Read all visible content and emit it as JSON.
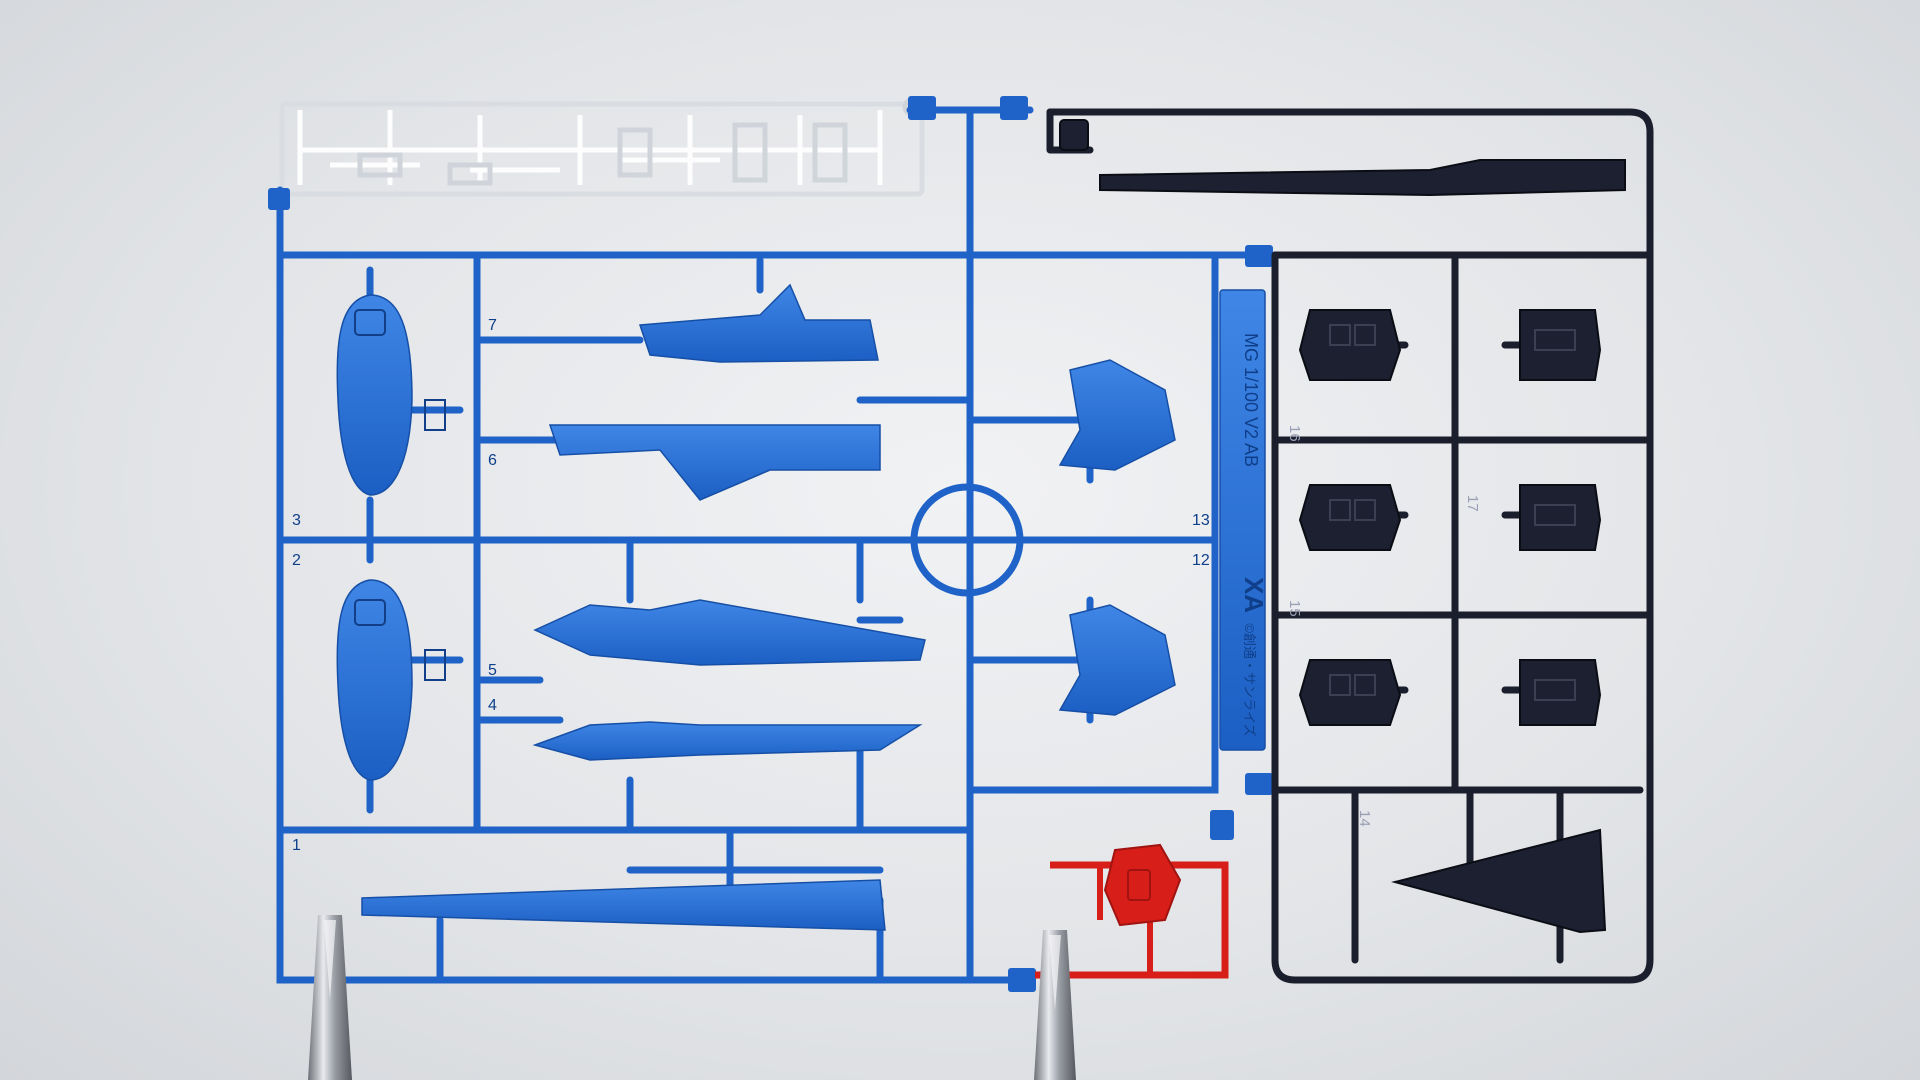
{
  "colors": {
    "background": "#e6e8eb",
    "blue_sprue": "#1f63c8",
    "blue_part": "#2f76d6",
    "black_sprue": "#1b1e2c",
    "clear_sprue": "#eef1f4",
    "red_sprue": "#d81e18",
    "clip_metal": "#b9bcc2"
  },
  "tag": {
    "code": "XA",
    "line": "MG 1/100 V2 AB",
    "copyright": "©創通・サンライズ"
  },
  "part_numbers_blue": [
    "1",
    "2",
    "3",
    "4",
    "5",
    "6",
    "7",
    "12",
    "13"
  ],
  "part_numbers_black": [
    "14",
    "15",
    "16",
    "17"
  ]
}
